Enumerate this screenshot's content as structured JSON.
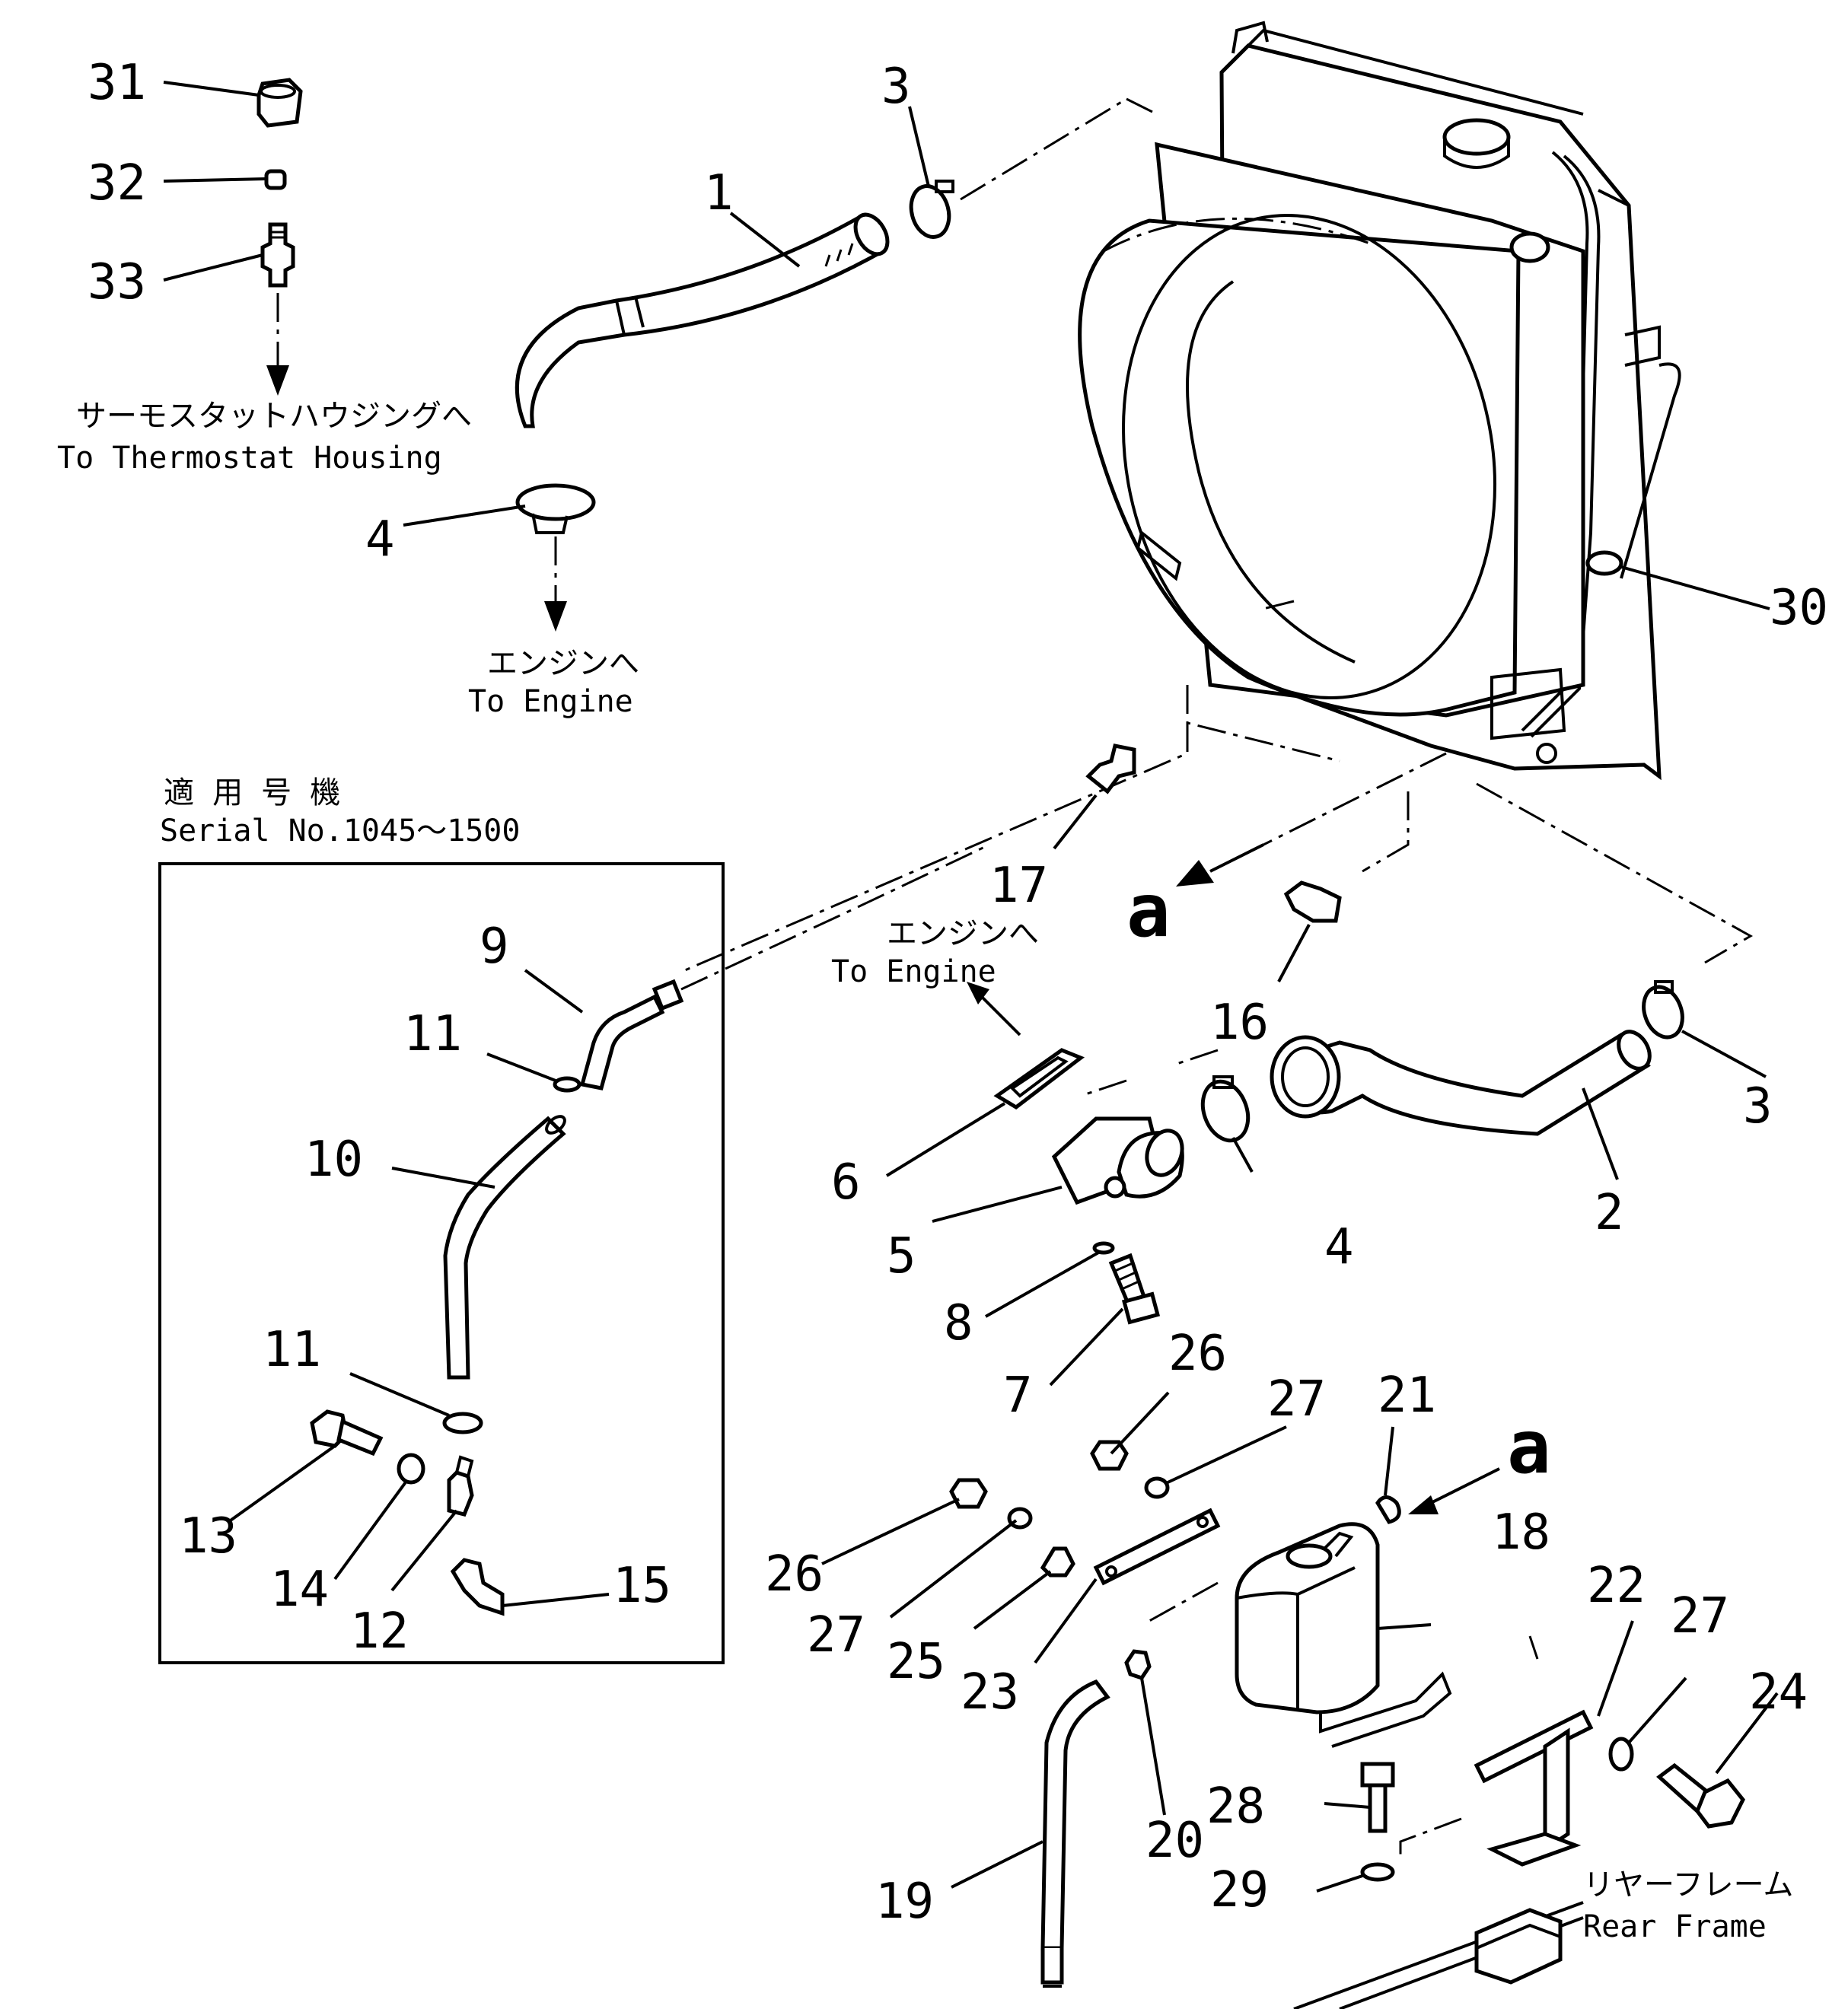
{
  "labels": {
    "thermostat_jp": "サーモスタットハウジングへ",
    "thermostat_en": "To Thermostat Housing",
    "engine1_jp": "エンジンへ",
    "engine1_en": "To Engine",
    "engine2_jp": "エンジンへ",
    "engine2_en": "To Engine",
    "serial_jp": "適 用 号 機",
    "serial_en": "Serial No.1045～1500",
    "rear_jp": "リヤーフレーム",
    "rear_en": "Rear Frame",
    "view_a": "a"
  },
  "parts": [
    "31",
    "32",
    "33",
    "1",
    "3",
    "3",
    "4",
    "4",
    "30",
    "17",
    "16",
    "2",
    "6",
    "5",
    "8",
    "7",
    "26",
    "26",
    "27",
    "27",
    "27",
    "21",
    "18",
    "22",
    "24",
    "25",
    "23",
    "20",
    "28",
    "29",
    "19",
    "9",
    "11",
    "11",
    "10",
    "13",
    "14",
    "12",
    "15"
  ]
}
